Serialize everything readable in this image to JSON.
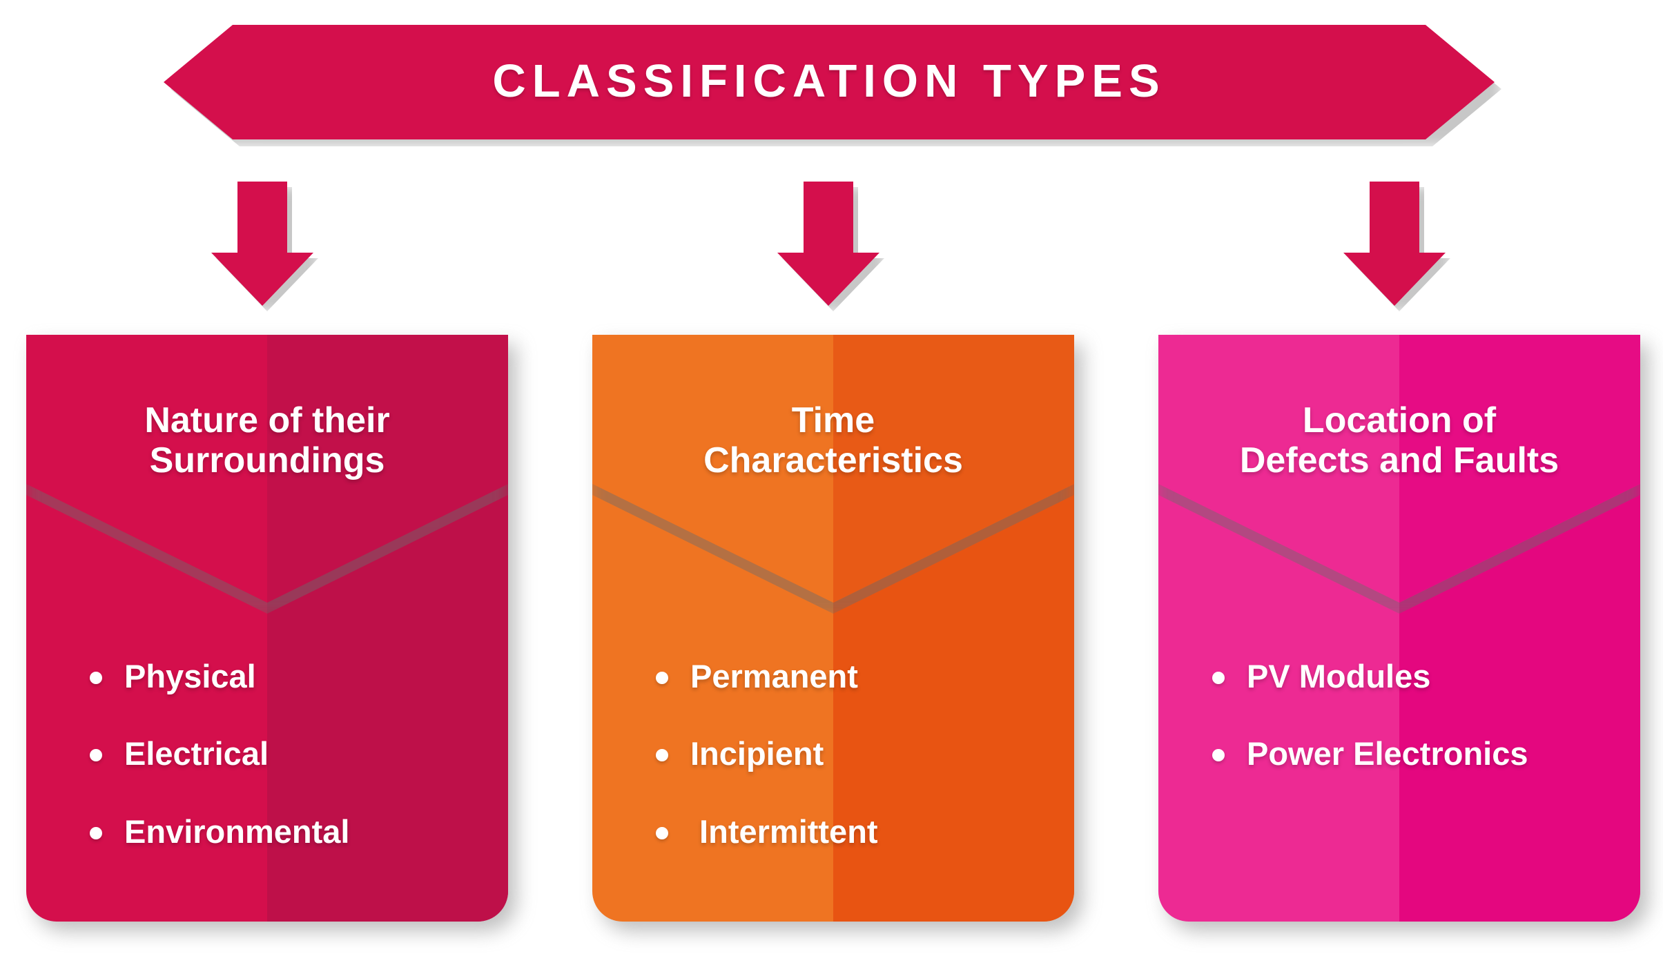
{
  "header": {
    "title": "CLASSIFICATION TYPES",
    "shape": "double-arrow-banner",
    "color": "#D40F4C"
  },
  "connectors": [
    {
      "name": "arrow-down-1",
      "icon": "arrow-down-icon",
      "color": "#D40F4C"
    },
    {
      "name": "arrow-down-2",
      "icon": "arrow-down-icon",
      "color": "#D40F4C"
    },
    {
      "name": "arrow-down-3",
      "icon": "arrow-down-icon",
      "color": "#D40F4C"
    }
  ],
  "cards": [
    {
      "title": "Nature of their\nSurroundings",
      "color_light": "#D40F4C",
      "color_dark": "#BE1049",
      "items": [
        "Physical",
        "Electrical",
        "Environmental"
      ]
    },
    {
      "title": "Time\nCharacteristics",
      "color_light": "#EF7422",
      "color_dark": "#E85412",
      "items": [
        "Permanent",
        "Incipient",
        " Intermittent"
      ]
    },
    {
      "title": "Location of\nDefects and Faults",
      "color_light": "#ED2A93",
      "color_dark": "#E4077F",
      "items": [
        "PV Modules",
        "Power Electronics"
      ]
    }
  ],
  "palette": {
    "crimson": "#D40F4C",
    "crimson_dark": "#BE1049",
    "orange": "#EF7422",
    "orange_dark": "#E85412",
    "pink": "#ED2A93",
    "pink_dark": "#E4077F",
    "text_on_color": "#FFFFFF",
    "background": "#FFFFFF"
  }
}
